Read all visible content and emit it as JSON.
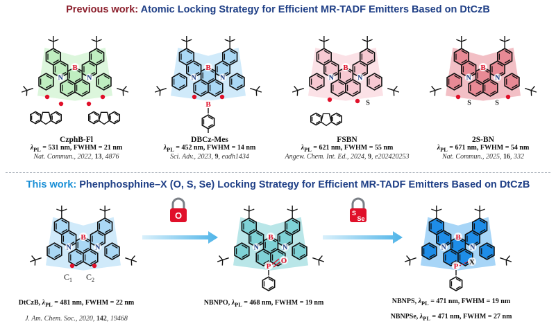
{
  "header_prev": {
    "prefix": "Previous work:",
    "rest": "Atomic Locking Strategy for Efficient MR-TADF Emitters Based on DtCzB"
  },
  "header_this": {
    "prefix": "This work:",
    "rest": "Phenphosphine–X (O, S, Se) Locking Strategy for Efficient MR-TADF Emitters Based on DtCzB"
  },
  "atoms": {
    "B": "B",
    "N": "N",
    "S": "S",
    "P": "P",
    "O": "O",
    "X": "X",
    "C1": "C",
    "C2": "C",
    "sub1": "1",
    "sub2": "2",
    "lock_o": "O",
    "lock_s": "S",
    "lock_se": "Se"
  },
  "colors": {
    "green": "#bfeec0",
    "blue": "#aad8f5",
    "pink": "#f7c9d2",
    "red": "#e88a95",
    "teal": "#7fd2d6",
    "deep_blue": "#1e8de8",
    "accent_red": "#e0102a"
  },
  "prev_molecules": [
    {
      "name": "CzphB-Fl",
      "lam": "λ",
      "sub": "PL",
      "stats": " = 531 nm, FWHM = 21 nm",
      "journal": "Nat. Commun.",
      "year": ", 2022, ",
      "vol": "13",
      "pages": ", 4876"
    },
    {
      "name": "DBCz-Mes",
      "lam": "λ",
      "sub": "PL",
      "stats": " = 452 nm, FWHM = 14 nm",
      "journal": "Sci. Adv.",
      "year": ", 2023, ",
      "vol": "9",
      "pages": ", eadh1434"
    },
    {
      "name": "FSBN",
      "lam": "λ",
      "sub": "PL",
      "stats": " = 621 nm, FWHM = 55 nm",
      "journal": "Angew. Chem. Int. Ed.",
      "year": ", 2024, ",
      "vol": "9",
      "pages": ", e202420253"
    },
    {
      "name": "2S-BN",
      "lam": "λ",
      "sub": "PL",
      "stats": " = 671 nm, FWHM = 54 nm",
      "journal": "Nat. Commun.",
      "year": ", 2025, ",
      "vol": "16",
      "pages": ", 332"
    }
  ],
  "this_molecules": [
    {
      "name": "DtCzB",
      "lam": "λ",
      "sub": "PL",
      "stats": " = 481 nm, FWHM = 22 nm",
      "journal": "J. Am. Chem. Soc.",
      "year": ", 2020, ",
      "vol": "142",
      "pages": ", 19468"
    },
    {
      "name": "NBNPO",
      "lam": "λ",
      "sub": "PL",
      "stats": " = 468 nm, FWHM = 19 nm"
    },
    {
      "name": "NBNPS",
      "lam": "λ",
      "sub": "PL",
      "stats": " = 471 nm, FWHM = 19 nm"
    },
    {
      "name": "NBNPSe",
      "lam": "λ",
      "sub": "PL",
      "stats": " = 471 nm, FWHM = 27 nm"
    }
  ]
}
